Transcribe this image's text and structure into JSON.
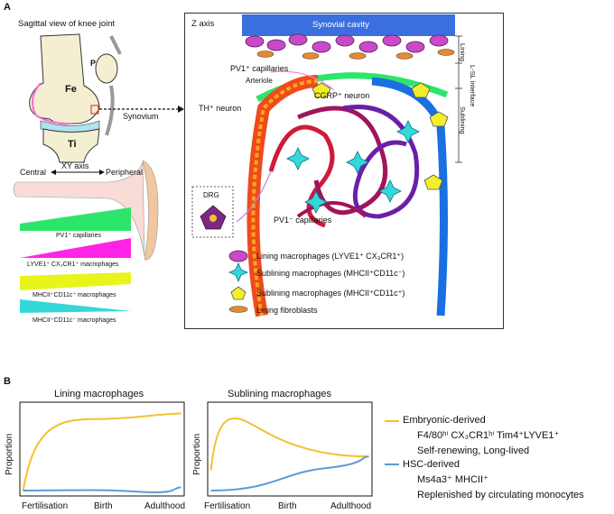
{
  "panel_a": {
    "label": "A",
    "knee_title": "Sagittal view of knee joint",
    "knee_labels": {
      "femur": "Fe",
      "patella": "P",
      "tibia": "Ti",
      "synovium": "Synovium"
    },
    "xy_axis": {
      "title": "XY axis",
      "central": "Central",
      "peripheral": "Peripheral"
    },
    "gradients": [
      {
        "label": "PV1⁺ capillaries",
        "color": "#2ee56b"
      },
      {
        "label": "LYVE1⁺ CX₃CR1⁺ macrophages",
        "color": "#ff23e6"
      },
      {
        "label": "MHCII⁺CD11c⁺ macrophages",
        "color": "#e8f51a"
      },
      {
        "label": "MHCII⁺CD11c⁻ macrophages",
        "color": "#35d8d8"
      }
    ],
    "z_axis": {
      "title": "Z axis",
      "synovial_cavity": "Synovial cavity",
      "pv1_pos_capillaries": "PV1⁺ capillaries",
      "arteriole": "Arteriole",
      "cgrp_neuron": "CGRP⁺ neuron",
      "th_neuron": "TH⁺ neuron",
      "drg": "DRG",
      "pv1_neg_capillaries": "PV1⁻ capillaries",
      "side_labels": {
        "lining": "Lining",
        "interface": "L-SL interface",
        "sublining": "Sublining"
      }
    },
    "legend": [
      {
        "label": "Lining macrophages (LYVE1⁺ CX₃CR1⁺)",
        "icon": "lining-macrophage-icon"
      },
      {
        "label": "Sublining macrophages (MHCII⁺CD11c⁻)",
        "icon": "sublining-macrophage-cd11c-neg-icon"
      },
      {
        "label": "Sublining macrophages (MHCII⁺CD11c⁺)",
        "icon": "sublining-macrophage-cd11c-pos-icon"
      },
      {
        "label": "Lining fibroblasts",
        "icon": "fibroblast-icon"
      }
    ]
  },
  "panel_b": {
    "label": "B",
    "charts": [
      {
        "title": "Lining macrophages",
        "ylabel": "Proportion",
        "xticks": [
          "Fertilisation",
          "Birth",
          "Adulthood"
        ]
      },
      {
        "title": "Sublining macrophages",
        "ylabel": "Proportion",
        "xticks": [
          "Fertilisation",
          "Birth",
          "Adulthood"
        ]
      }
    ],
    "legend": {
      "embryonic": {
        "title": "Embryonic-derived",
        "line1": "F4/80ʰⁱ CX₃CR1ʰⁱ Tim4⁺LYVE1⁺",
        "line2": "Self-renewing, Long-lived",
        "color": "#f2c12e"
      },
      "hsc": {
        "title": "HSC-derived",
        "line1": "Ms4a3⁺ MHCII⁺",
        "line2": "Replenished by circulating monocytes",
        "color": "#5b9bd5"
      }
    }
  },
  "chart_data": [
    {
      "type": "line",
      "title": "Lining macrophages",
      "ylabel": "Proportion",
      "x": [
        "Fertilisation",
        "Birth",
        "Adulthood"
      ],
      "series": [
        {
          "name": "Embryonic-derived",
          "values": [
            0.0,
            0.88,
            0.95
          ]
        },
        {
          "name": "HSC-derived",
          "values": [
            0.0,
            0.02,
            0.04
          ]
        }
      ]
    },
    {
      "type": "line",
      "title": "Sublining macrophages",
      "ylabel": "Proportion",
      "x": [
        "Fertilisation",
        "Birth",
        "Adulthood"
      ],
      "series": [
        {
          "name": "Embryonic-derived",
          "values": [
            0.25,
            0.45,
            0.42
          ]
        },
        {
          "name": "HSC-derived",
          "values": [
            0.0,
            0.22,
            0.42
          ]
        }
      ]
    }
  ]
}
